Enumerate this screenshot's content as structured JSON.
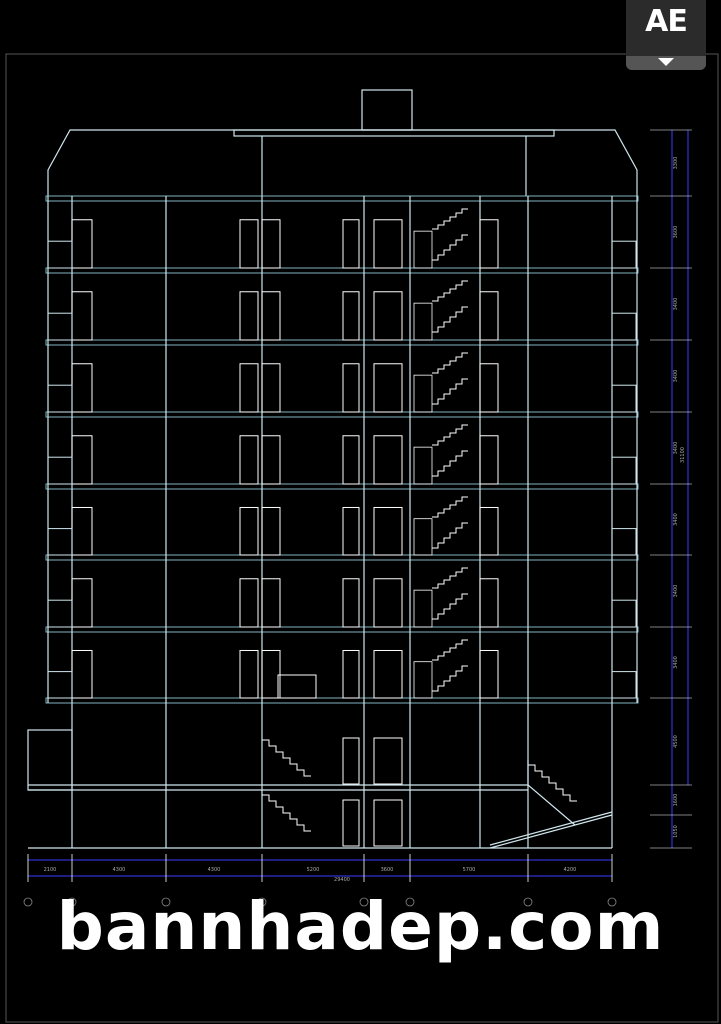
{
  "badge": {
    "text": "AE"
  },
  "watermark": {
    "text": "bannhadep.com"
  },
  "dims": {
    "vertical": [
      "3300",
      "3600",
      "3400",
      "3400",
      "3400",
      "3400",
      "3400",
      "3400",
      "4500",
      "1600",
      "1050"
    ],
    "total_vertical": "31100",
    "horizontal": [
      "2100",
      "4300",
      "4300",
      "5200",
      "3600",
      "5700",
      "4200"
    ],
    "total_horizontal": "29400"
  },
  "colors": {
    "wall": "#cfe7ee",
    "slab": "#7fb3c0",
    "line": "#ffffff",
    "dim": "#3b3bff"
  }
}
